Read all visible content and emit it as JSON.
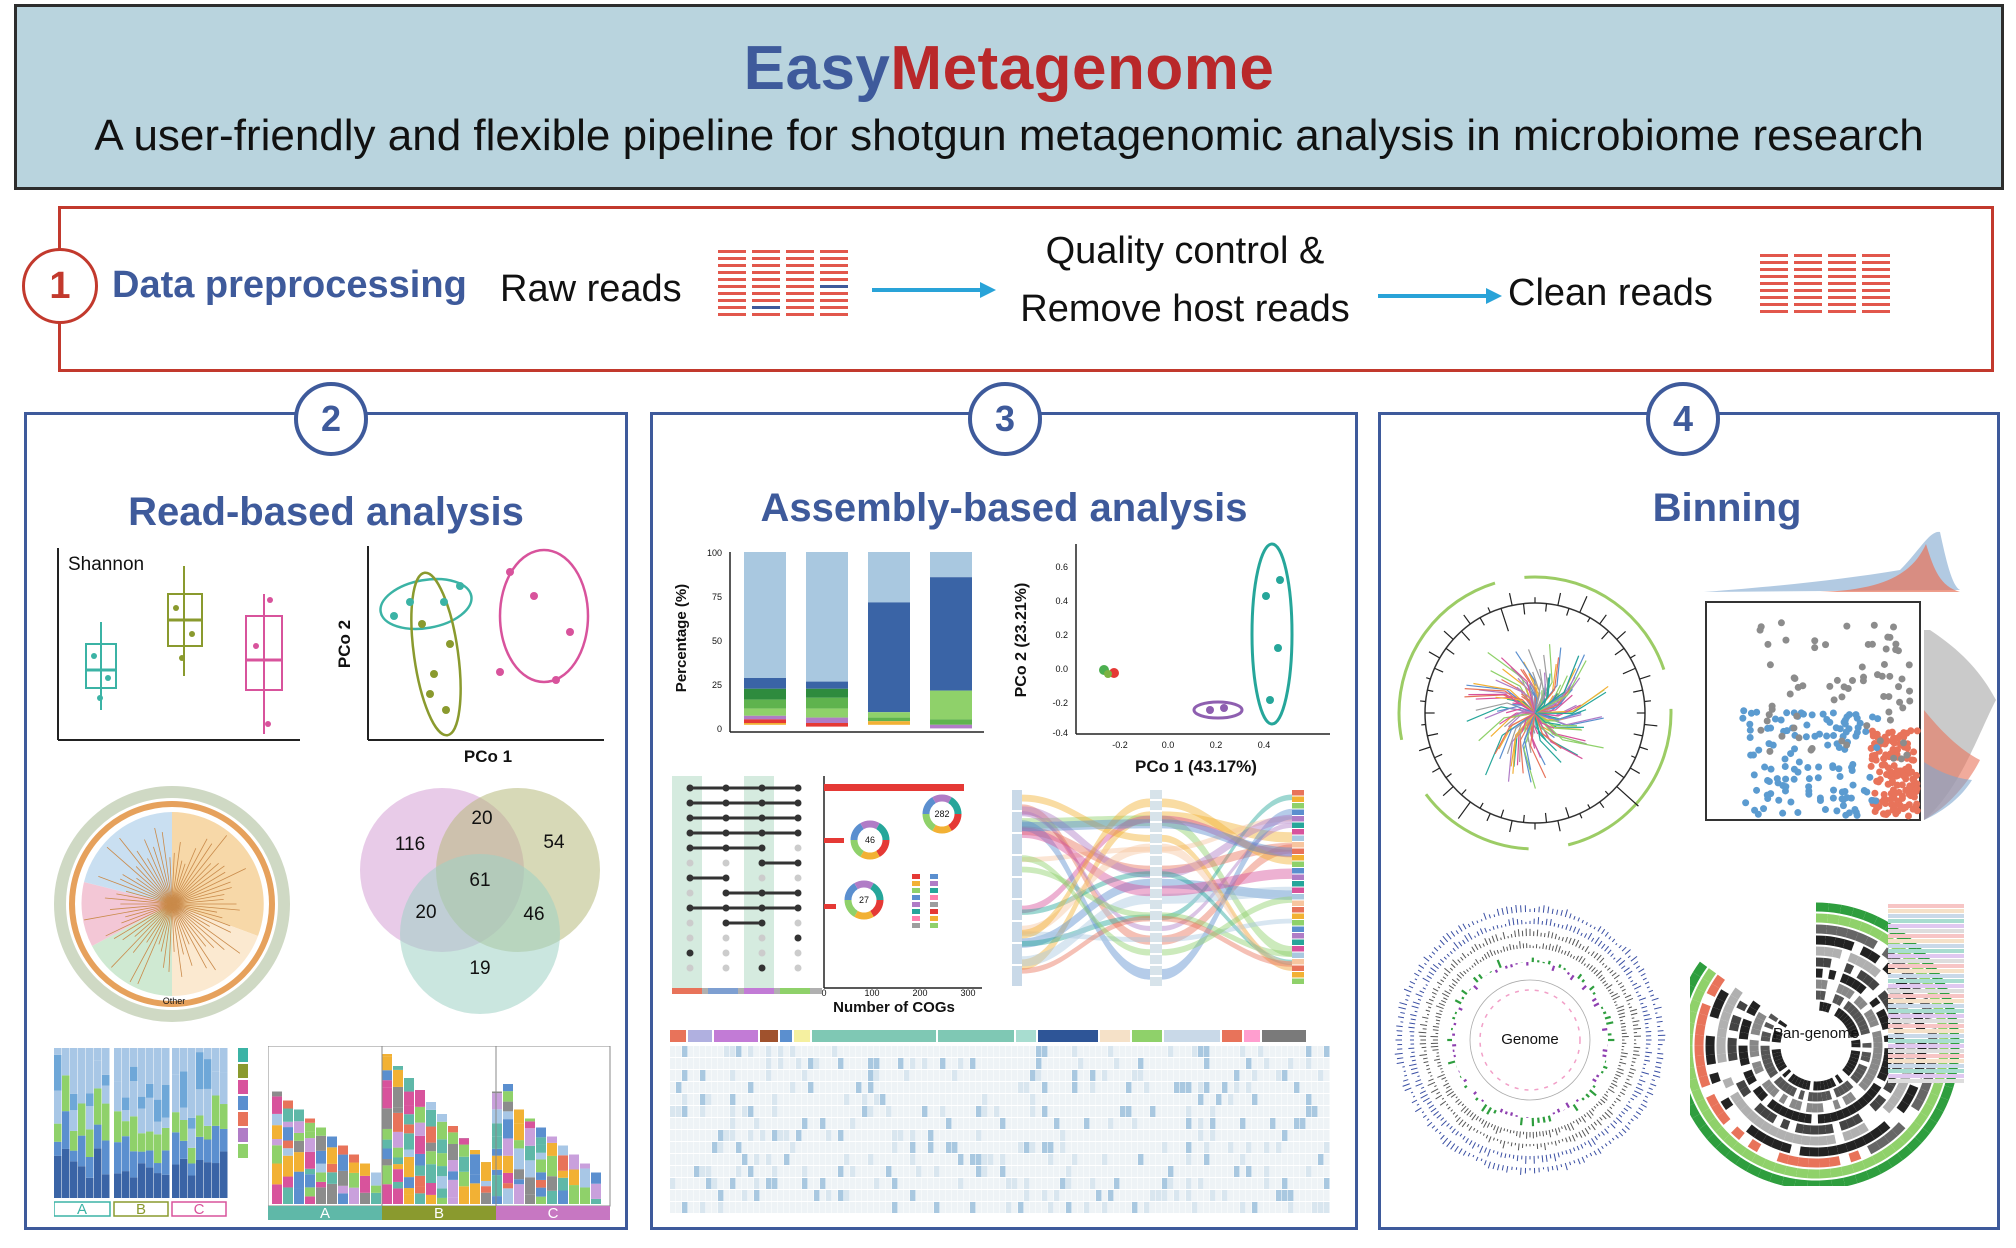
{
  "header": {
    "title_part1": "Easy",
    "title_part2": "Metagenome",
    "subtitle": "A user-friendly and flexible pipeline for shotgun metagenomic analysis in microbiome research",
    "title_color1": "#3e5a9b",
    "title_color2": "#b9282a",
    "background": "#b9d4de"
  },
  "step1": {
    "number": "1",
    "label": "Data preprocessing",
    "raw_reads": "Raw reads",
    "qc_line1": "Quality control &",
    "qc_line2": "Remove host reads",
    "clean_reads": "Clean reads",
    "border_color": "#c2392d",
    "arrow_color": "#29a3d8"
  },
  "panel2": {
    "number": "2",
    "title": "Read-based analysis",
    "boxplot_label": "Shannon",
    "pcoa_x": "PCo 1",
    "pcoa_y": "PCo 2",
    "venn": [
      "116",
      "20",
      "54",
      "61",
      "20",
      "46",
      "19"
    ],
    "tree_label": "Other",
    "bar_groups_small": [
      "A",
      "B",
      "C"
    ],
    "bar_groups_large": [
      "A",
      "B",
      "C"
    ]
  },
  "panel3": {
    "number": "3",
    "title": "Assembly-based analysis",
    "bar_ylabel": "Percentage (%)",
    "bar_yticks": [
      "100",
      "75",
      "50",
      "25",
      "0"
    ],
    "pcoa_xlabel": "PCo 1 (43.17%)",
    "pcoa_ylabel": "PCo 2 (23.21%)",
    "pcoa_xticks": [
      "-0.2",
      "0.0",
      "0.2",
      "0.4"
    ],
    "pcoa_yticks": [
      "0.6",
      "0.4",
      "0.2",
      "0.0",
      "-0.2",
      "-0.4"
    ],
    "upset_xlabel": "Number of COGs",
    "upset_xticks": [
      "0",
      "100",
      "200",
      "300"
    ],
    "donut_values": [
      "282",
      "46",
      "27"
    ]
  },
  "panel4": {
    "number": "4",
    "title": "Binning",
    "genome_label": "Genome",
    "pangenome_label": "Pan-genome"
  }
}
